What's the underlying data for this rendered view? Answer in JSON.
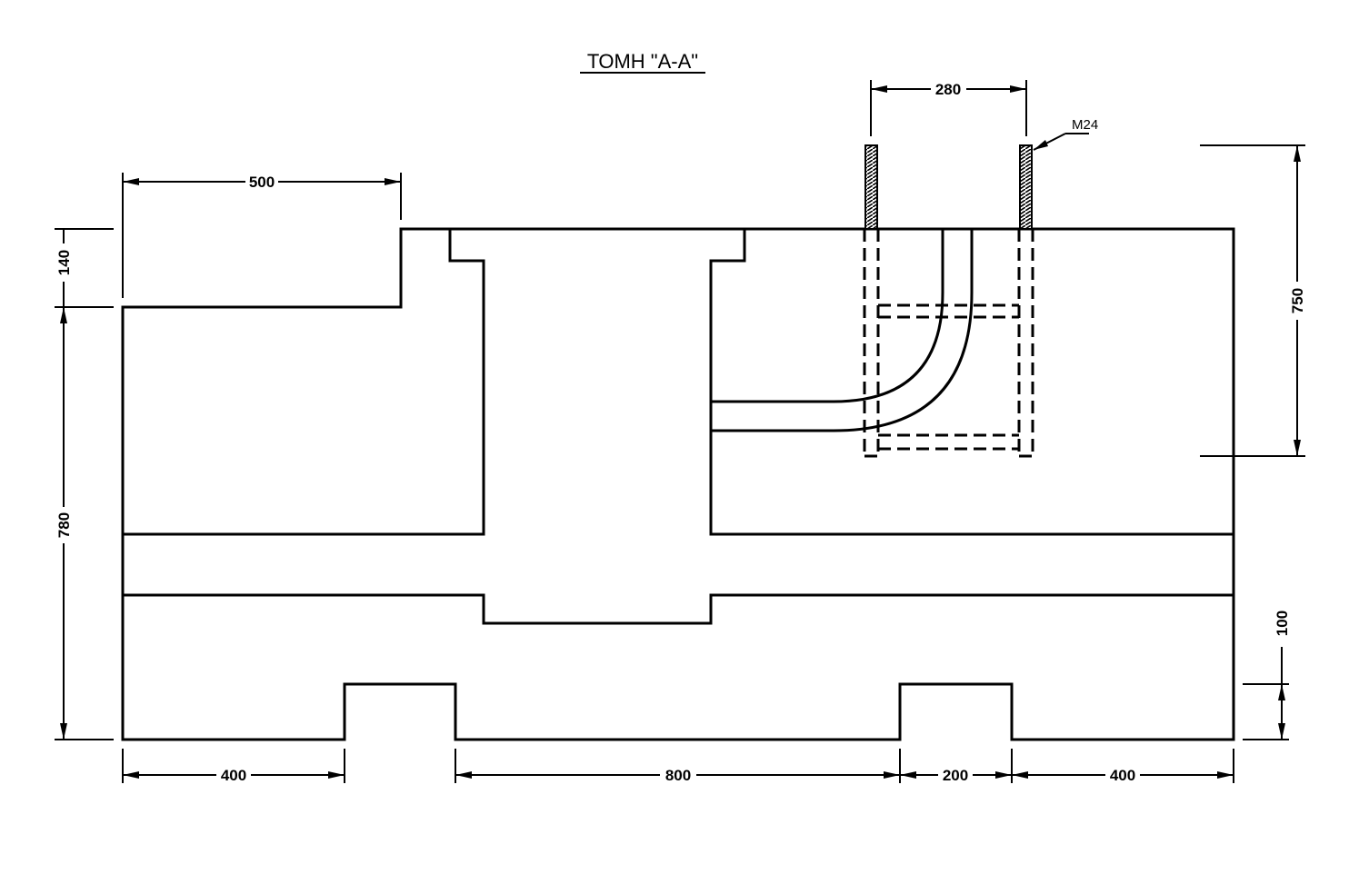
{
  "title": "ТОМН \"А-А\"",
  "dimensions": {
    "d500": "500",
    "d140": "140",
    "d780": "780",
    "d280": "280",
    "d750": "750",
    "d100": "100",
    "d400_left": "400",
    "d800": "800",
    "d200": "200",
    "d400_right": "400"
  },
  "labels": {
    "bolt": "M24"
  }
}
